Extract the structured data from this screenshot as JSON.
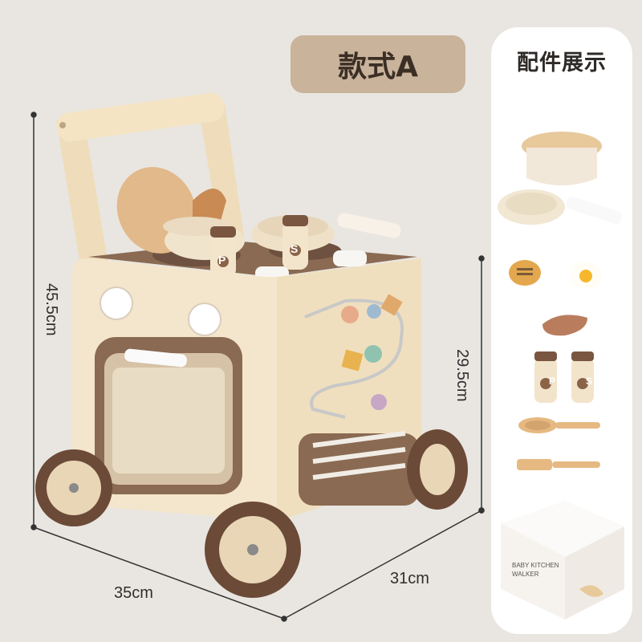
{
  "style_badge": {
    "label": "款式A"
  },
  "accessories_panel": {
    "title": "配件展示",
    "items": [
      "pot-with-lid",
      "frying-pan",
      "toast-and-egg",
      "steak",
      "salt-and-pepper-shakers",
      "wooden-spoon",
      "wooden-spatula",
      "product-box"
    ],
    "box_text": [
      "BABY KITCHEN",
      "WALKER"
    ],
    "shaker_labels": [
      "P",
      "S"
    ]
  },
  "dimensions": {
    "height_total": "45.5cm",
    "height_body": "29.5cm",
    "width": "35cm",
    "depth": "31cm"
  },
  "toy_labels": {
    "shaker_p": "P",
    "shaker_s": "S"
  },
  "colors": {
    "background": "#e9e6e1",
    "badge": "#c9b39b",
    "wood_light": "#f2e6cf",
    "wood_brown": "#8b6a52",
    "wheel_dark": "#6b4a38"
  }
}
